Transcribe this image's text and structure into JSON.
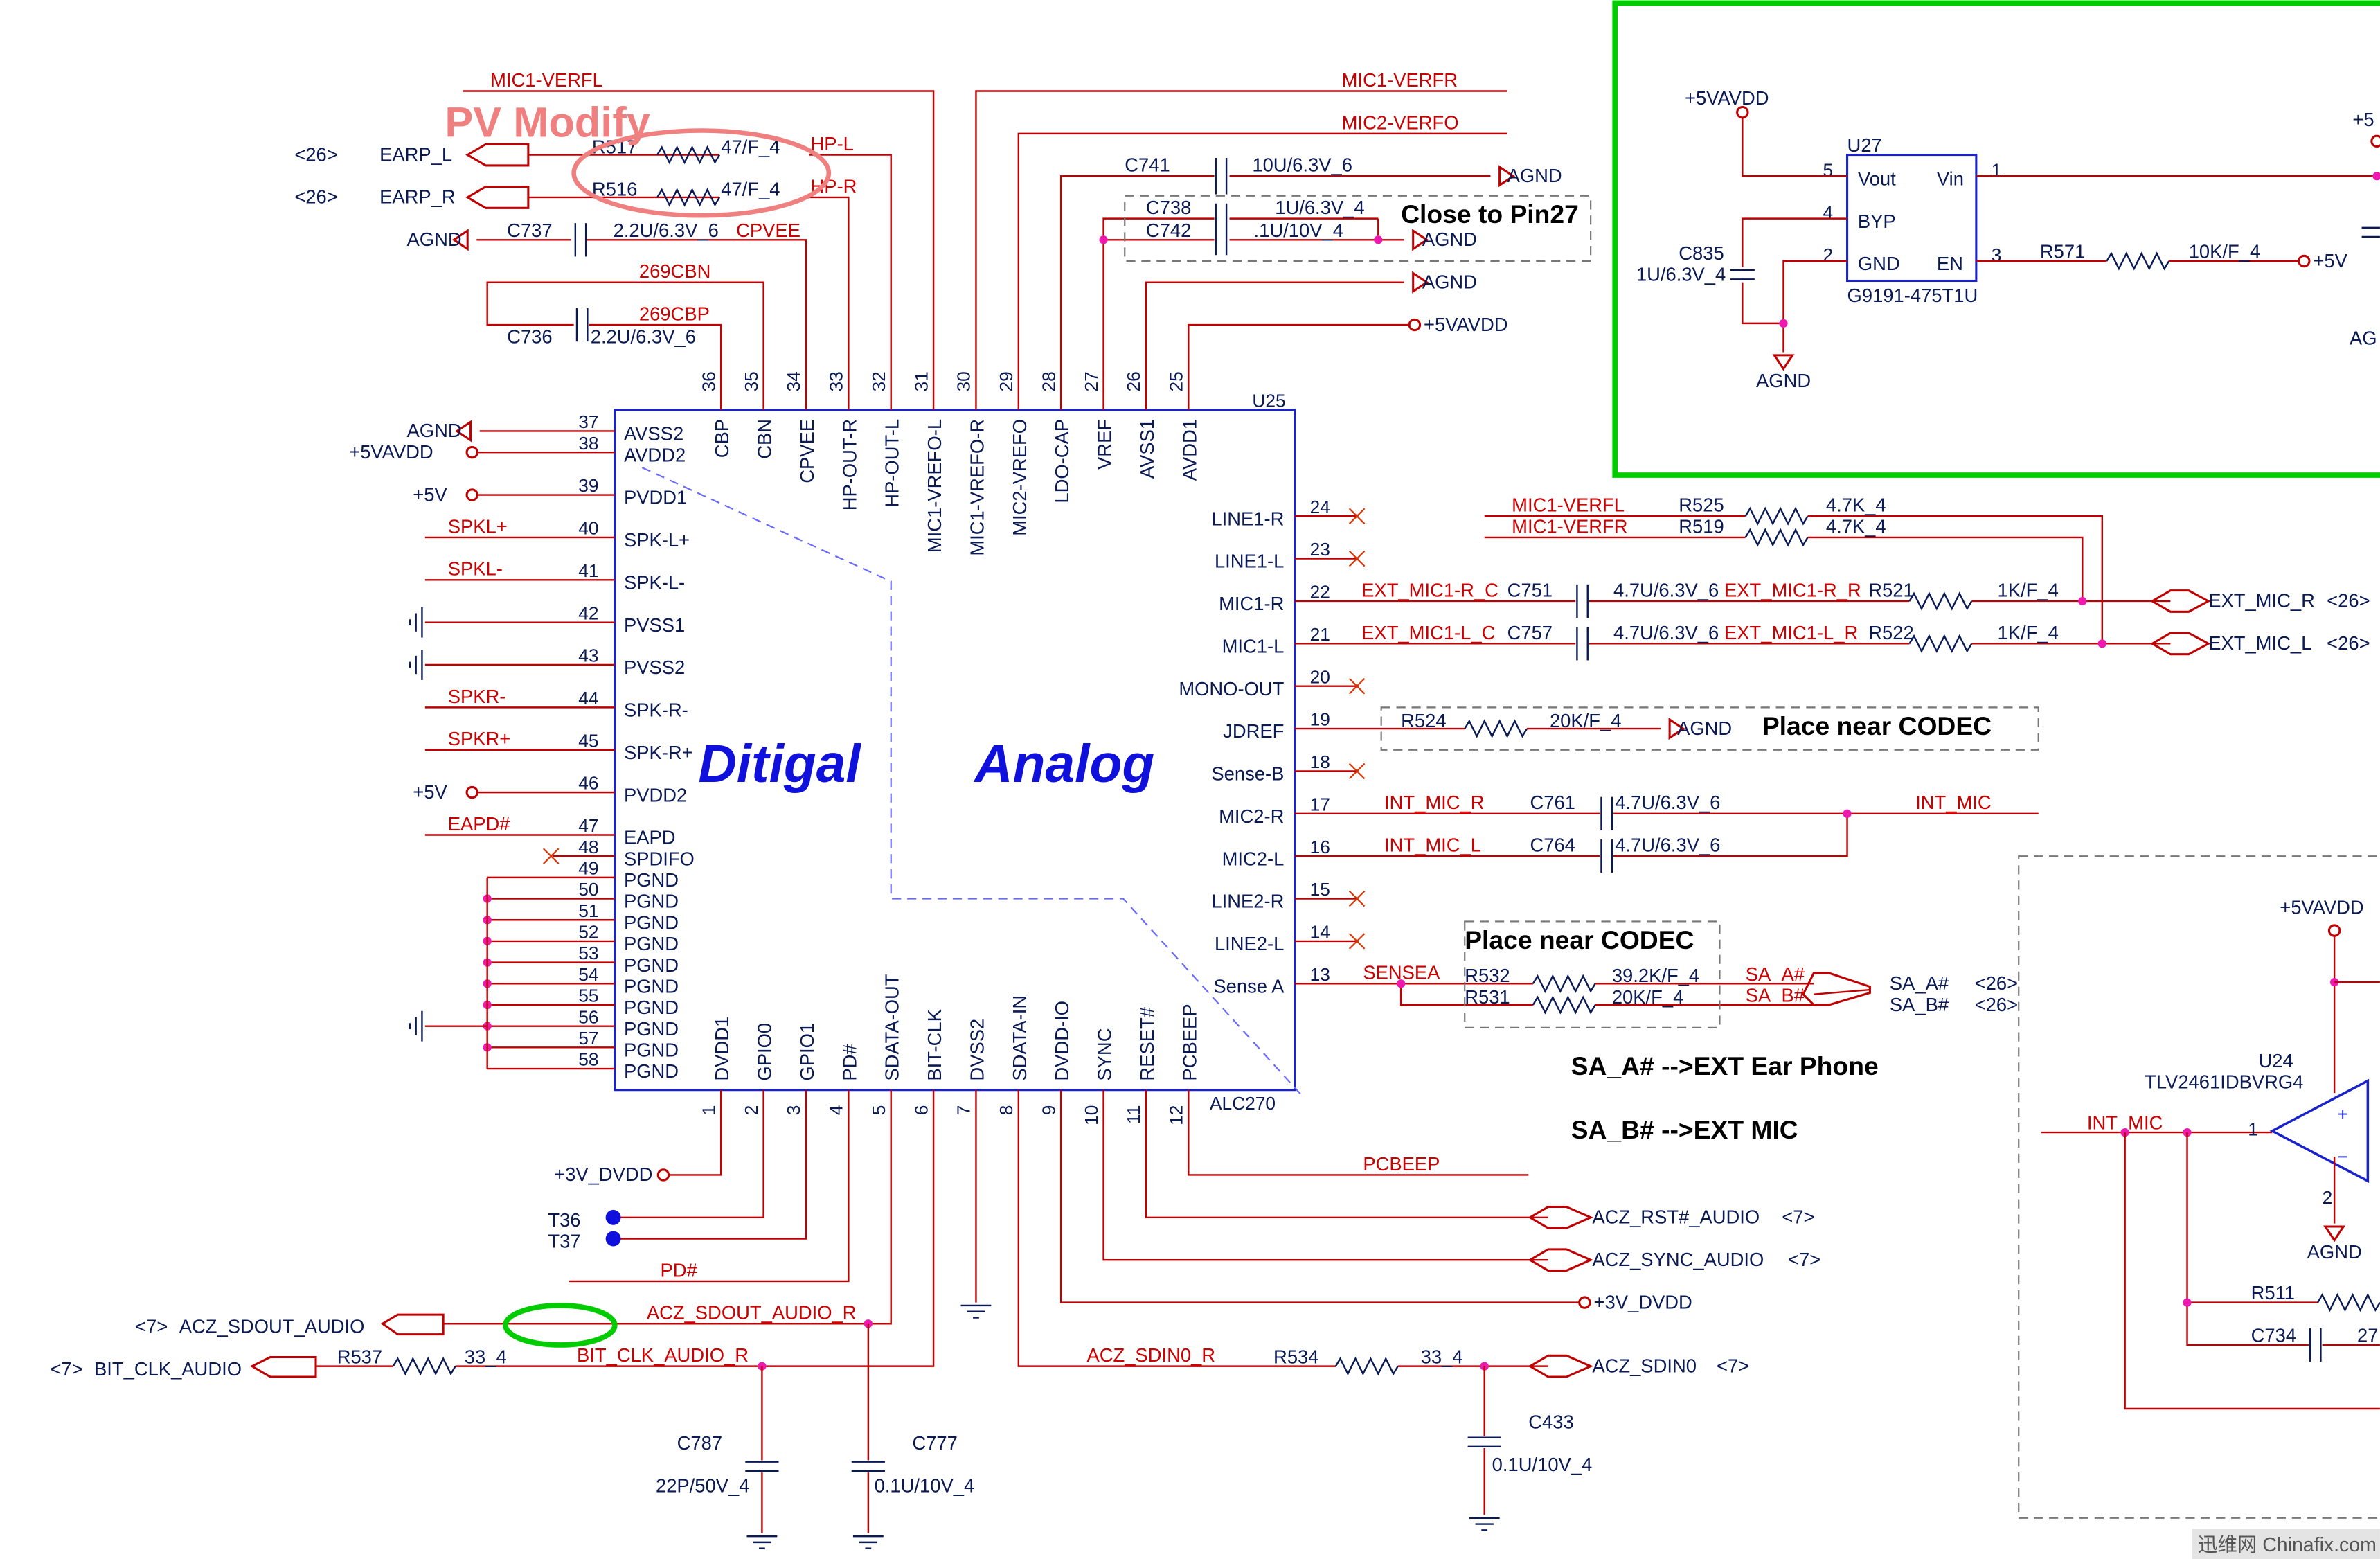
{
  "chip": {
    "ref": "U25",
    "part": "ALC270",
    "region_digital": "Ditigal",
    "region_analog": "Analog"
  },
  "pins_top": [
    {
      "num": "36",
      "name": "CBP"
    },
    {
      "num": "35",
      "name": "CBN"
    },
    {
      "num": "34",
      "name": "CPVEE"
    },
    {
      "num": "33",
      "name": "HP-OUT-R"
    },
    {
      "num": "32",
      "name": "HP-OUT-L"
    },
    {
      "num": "31",
      "name": "MIC1-VREFO-L"
    },
    {
      "num": "30",
      "name": "MIC1-VREFO-R"
    },
    {
      "num": "29",
      "name": "MIC2-VREFO"
    },
    {
      "num": "28",
      "name": "LDO-CAP"
    },
    {
      "num": "27",
      "name": "VREF"
    },
    {
      "num": "26",
      "name": "AVSS1"
    },
    {
      "num": "25",
      "name": "AVDD1"
    }
  ],
  "pins_left": [
    {
      "num": "37",
      "name": "AVSS2"
    },
    {
      "num": "38",
      "name": "AVDD2"
    },
    {
      "num": "39",
      "name": "PVDD1"
    },
    {
      "num": "40",
      "name": "SPK-L+"
    },
    {
      "num": "41",
      "name": "SPK-L-"
    },
    {
      "num": "42",
      "name": "PVSS1"
    },
    {
      "num": "43",
      "name": "PVSS2"
    },
    {
      "num": "44",
      "name": "SPK-R-"
    },
    {
      "num": "45",
      "name": "SPK-R+"
    },
    {
      "num": "46",
      "name": "PVDD2"
    },
    {
      "num": "47",
      "name": "EAPD"
    },
    {
      "num": "48",
      "name": "SPDIFO"
    },
    {
      "num": "49",
      "name": "PGND"
    },
    {
      "num": "50",
      "name": "PGND"
    },
    {
      "num": "51",
      "name": "PGND"
    },
    {
      "num": "52",
      "name": "PGND"
    },
    {
      "num": "53",
      "name": "PGND"
    },
    {
      "num": "54",
      "name": "PGND"
    },
    {
      "num": "55",
      "name": "PGND"
    },
    {
      "num": "56",
      "name": "PGND"
    },
    {
      "num": "57",
      "name": "PGND"
    },
    {
      "num": "58",
      "name": "PGND"
    }
  ],
  "pins_right": [
    {
      "num": "24",
      "name": "LINE1-R"
    },
    {
      "num": "23",
      "name": "LINE1-L"
    },
    {
      "num": "22",
      "name": "MIC1-R"
    },
    {
      "num": "21",
      "name": "MIC1-L"
    },
    {
      "num": "20",
      "name": "MONO-OUT"
    },
    {
      "num": "19",
      "name": "JDREF"
    },
    {
      "num": "18",
      "name": "Sense-B"
    },
    {
      "num": "17",
      "name": "MIC2-R"
    },
    {
      "num": "16",
      "name": "MIC2-L"
    },
    {
      "num": "15",
      "name": "LINE2-R"
    },
    {
      "num": "14",
      "name": "LINE2-L"
    },
    {
      "num": "13",
      "name": "Sense A"
    }
  ],
  "pins_bottom": [
    {
      "num": "1",
      "name": "DVDD1"
    },
    {
      "num": "2",
      "name": "GPIO0"
    },
    {
      "num": "3",
      "name": "GPIO1"
    },
    {
      "num": "4",
      "name": "PD#"
    },
    {
      "num": "5",
      "name": "SDATA-OUT"
    },
    {
      "num": "6",
      "name": "BIT-CLK"
    },
    {
      "num": "7",
      "name": "DVSS2"
    },
    {
      "num": "8",
      "name": "SDATA-IN"
    },
    {
      "num": "9",
      "name": "DVDD-IO"
    },
    {
      "num": "10",
      "name": "SYNC"
    },
    {
      "num": "11",
      "name": "RESET#"
    },
    {
      "num": "12",
      "name": "PCBEEP"
    }
  ],
  "nets": {
    "mic1_verfl": "MIC1-VERFL",
    "mic1_verfr": "MIC1-VERFR",
    "mic2_verfo": "MIC2-VERFO",
    "hp_l": "HP-L",
    "hp_r": "HP-R",
    "cpvee": "CPVEE",
    "cbn": "269CBN",
    "cbp": "269CBP",
    "agnd": "AGND",
    "v5avdd": "+5VAVDD",
    "v5": "+5V",
    "v3_dvdd": "+3V_DVDD",
    "spkl_p": "SPKL+",
    "spkl_n": "SPKL-",
    "spkr_n": "SPKR-",
    "spkr_p": "SPKR+",
    "eapd": "EAPD#",
    "earp_l": "EARP_L",
    "earp_r": "EARP_R",
    "ref26": "<26>",
    "ref7": "<7>",
    "ext_mic1_r_c": "EXT_MIC1-R_C",
    "ext_mic1_l_c": "EXT_MIC1-L_C",
    "ext_mic1_r_r": "EXT_MIC1-R_R",
    "ext_mic1_l_r": "EXT_MIC1-L_R",
    "ext_mic_r": "EXT_MIC_R",
    "ext_mic_l": "EXT_MIC_L",
    "int_mic_r": "INT_MIC_R",
    "int_mic_l": "INT_MIC_L",
    "int_mic": "INT_MIC",
    "sensea": "SENSEA",
    "sa_a_hash": "SA_A#",
    "sa_b_hash": "SA_B#",
    "pd_hash": "PD#",
    "pcbeep": "PCBEEP",
    "acz_rst": "ACZ_RST#_AUDIO",
    "acz_sync": "ACZ_SYNC_AUDIO",
    "acz_sdout_r": "ACZ_SDOUT_AUDIO_R",
    "acz_sdout": "ACZ_SDOUT_AUDIO",
    "bit_clk_r": "BIT_CLK_AUDIO_R",
    "bit_clk": "BIT_CLK_AUDIO",
    "acz_sdin0_r": "ACZ_SDIN0_R",
    "acz_sdin0": "ACZ_SDIN0",
    "t36": "T36",
    "t37": "T37"
  },
  "components": {
    "r517": "R517",
    "r517_val": "47/F_4",
    "r516": "R516",
    "r516_val": "47/F_4",
    "c737": "C737",
    "c737_val": "2.2U/6.3V_6",
    "c736": "C736",
    "c736_val": "2.2U/6.3V_6",
    "c741": "C741",
    "c741_val": "10U/6.3V_6",
    "c738": "C738",
    "c738_val": "1U/6.3V_4",
    "c742": "C742",
    "c742_val": ".1U/10V_4",
    "r525": "R525",
    "r525_val": "4.7K_4",
    "r519": "R519",
    "r519_val": "4.7K_4",
    "c751": "C751",
    "c751_val": "4.7U/6.3V_6",
    "c757": "C757",
    "c757_val": "4.7U/6.3V_6",
    "r521": "R521",
    "r521_val": "1K/F_4",
    "r522": "R522",
    "r522_val": "1K/F_4",
    "r524": "R524",
    "r524_val": "20K/F_4",
    "c761": "C761",
    "c761_val": "4.7U/6.3V_6",
    "c764": "C764",
    "c764_val": "4.7U/6.3V_6",
    "r532": "R532",
    "r532_val": "39.2K/F_4",
    "r531": "R531",
    "r531_val": "20K/F_4",
    "r537": "R537",
    "r537_val": "33_4",
    "r534": "R534",
    "r534_val": "33_4",
    "c787": "C787",
    "c787_val": "22P/50V_4",
    "c777": "C777",
    "c777_val": "0.1U/10V_4",
    "c433": "C433",
    "c433_val": "0.1U/10V_4",
    "u27": "U27",
    "u27_part": "G9191-475T1U",
    "u27_vout": "Vout",
    "u27_vin": "Vin",
    "u27_byp": "BYP",
    "u27_gnd": "GND",
    "u27_en": "EN",
    "u27_p5": "5",
    "u27_p4": "4",
    "u27_p2": "2",
    "u27_p1": "1",
    "u27_p3": "3",
    "c835": "C835",
    "c835_val": "1U/6.3V_4",
    "r571": "R571",
    "r571_val": "10K/F_4",
    "u24": "U24",
    "u24_part": "TLV2461IDBVRG4",
    "u24_p1": "1",
    "u24_p2": "2",
    "r511": "R511",
    "c734": "C734",
    "c734_val_partial": "27",
    "agnd_partial": "AG",
    "v5_partial": "+5"
  },
  "notes": {
    "pv_modify": "PV Modify",
    "close_pin27": "Close to Pin27",
    "place_near_1": "Place near CODEC",
    "place_near_2": "Place near CODEC",
    "sa_a_note": "SA_A# -->EXT Ear Phone",
    "sa_b_note": "SA_B# -->EXT MIC"
  },
  "watermark": "迅维网 Chinafix.com",
  "colors": {
    "wire": "#c00000",
    "label_red": "#cc0000",
    "label_dark": "#0a1a55",
    "box": "#1a22cc",
    "highlight_green": "#00cc00",
    "highlight_ellipse": "#f08080",
    "junction": "#ee1ab0"
  }
}
